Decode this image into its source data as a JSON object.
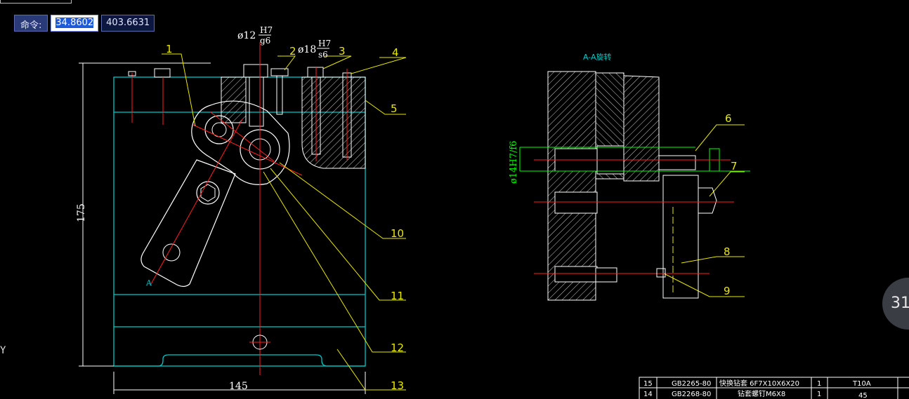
{
  "command_bar": {
    "label": "命令:",
    "x_value": "34.8602",
    "y_value": "403.6631"
  },
  "drawing": {
    "fit_label_top": "ø12",
    "fit_top_num": "H7",
    "fit_top_den": "g6",
    "fit_right_label": "ø18",
    "fit_right_num": "H7",
    "fit_right_den": "s6",
    "dim_height": "175",
    "dim_width": "145",
    "section_title": "A-A旋转",
    "section_mark": "A",
    "side_fit": "ø14H7/f6",
    "callouts": [
      "1",
      "2",
      "3",
      "4",
      "5",
      "6",
      "7",
      "8",
      "9",
      "10",
      "11",
      "12",
      "13"
    ]
  },
  "parts_table": {
    "rows": [
      {
        "no": "15",
        "code": "GB2265-80",
        "name": "快换钻套 6F7X10X6X20",
        "qty": "1",
        "material": "T10A"
      },
      {
        "no": "14",
        "code": "GB2268-80",
        "name": "钻套螺钉M6X8",
        "qty": "1",
        "material": "45"
      }
    ]
  },
  "ui": {
    "zoom_badge": "31",
    "ucs_y": "Y"
  },
  "colors": {
    "cyan": "#00c8c8",
    "yellow": "#e8e800",
    "red": "#ff2020",
    "white": "#ffffff",
    "green": "#00ff00"
  }
}
